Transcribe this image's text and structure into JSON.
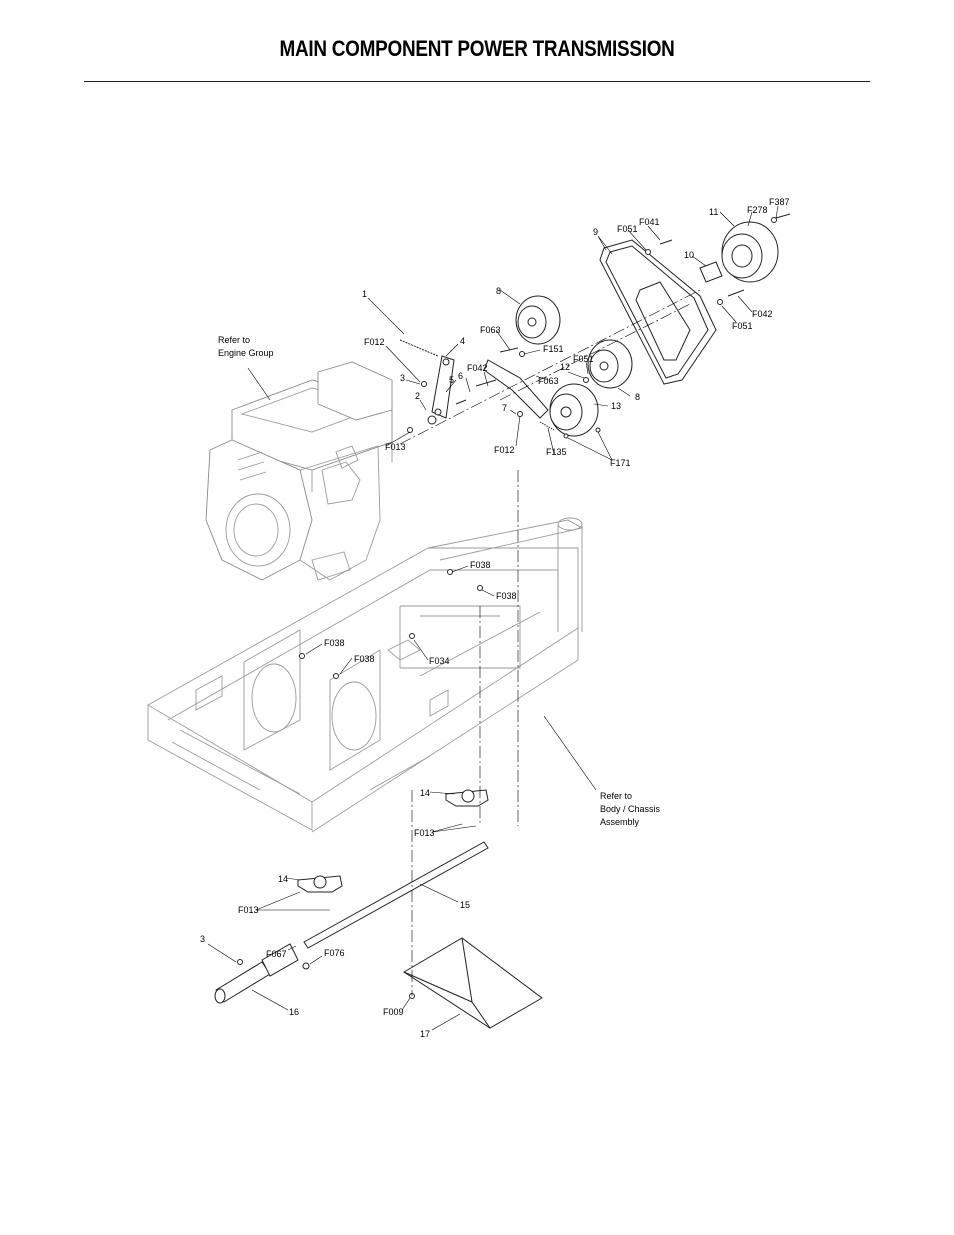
{
  "page_title": "MAIN COMPONENT POWER TRANSMISSION",
  "notes": {
    "engine_group_l1": "Refer to",
    "engine_group_l2": "Engine Group",
    "chassis_l1": "Refer to",
    "chassis_l2": "Body / Chassis",
    "chassis_l3": "Assembly"
  },
  "callouts": {
    "c1": "1",
    "c2": "2",
    "c3a": "3",
    "c3b": "3",
    "c4": "4",
    "c5": "5",
    "c6": "6",
    "c7": "7",
    "c8a": "8",
    "c8b": "8",
    "c9": "9",
    "c10": "10",
    "c11": "11",
    "c12": "12",
    "c13": "13",
    "c14a": "14",
    "c14b": "14",
    "c15": "15",
    "c16": "16",
    "c17": "17",
    "f012a": "F012",
    "f012b": "F012",
    "f013a": "F013",
    "f013b": "F013",
    "f013c": "F013",
    "f042a": "F042",
    "f042b": "F042",
    "f063a": "F063",
    "f063b": "F063",
    "f151": "F151",
    "f051a": "F051",
    "f051b": "F051",
    "f051c": "F051",
    "f041": "F041",
    "f278": "F278",
    "f387": "F387",
    "f135": "F135",
    "f171": "F171",
    "f038a": "F038",
    "f038b": "F038",
    "f038c": "F038",
    "f038d": "F038",
    "f034": "F034",
    "f067": "F067",
    "f076": "F076",
    "f009": "F009"
  }
}
